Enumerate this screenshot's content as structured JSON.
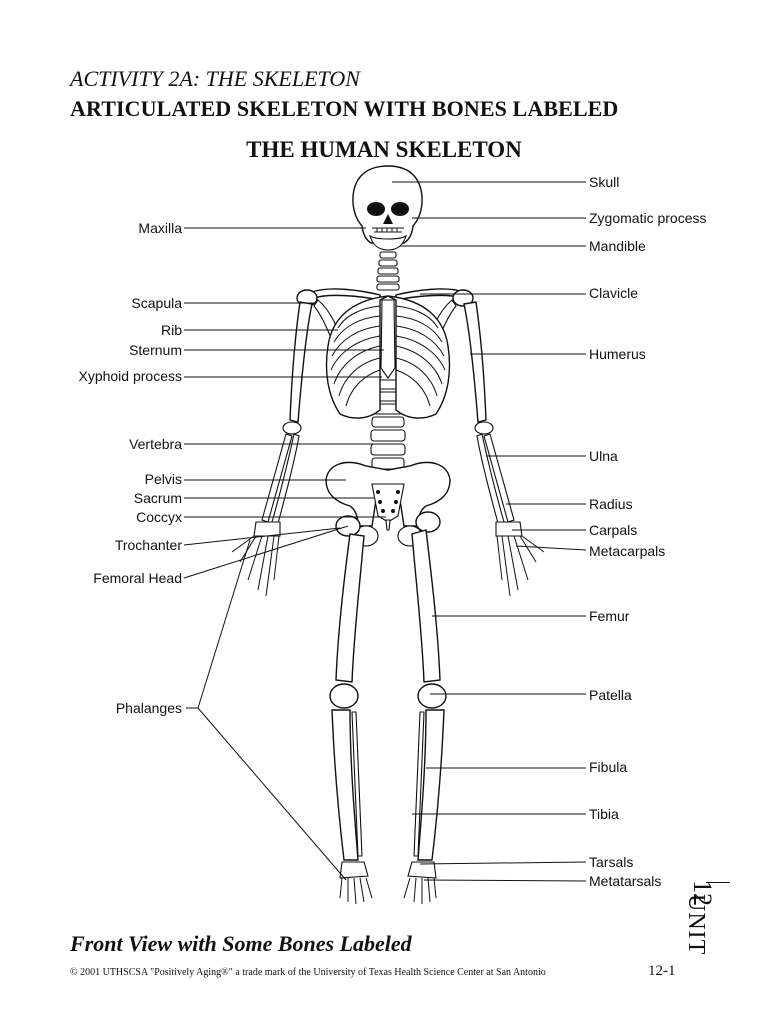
{
  "header": {
    "activity": "ACTIVITY 2A:  THE SKELETON",
    "subtitle": "ARTICULATED SKELETON WITH BONES LABELED"
  },
  "diagram": {
    "title": "THE HUMAN SKELETON",
    "labels_left": {
      "maxilla": "Maxilla",
      "scapula": "Scapula",
      "rib": "Rib",
      "sternum": "Sternum",
      "xyphoid": "Xyphoid process",
      "vertebra": "Vertebra",
      "pelvis": "Pelvis",
      "sacrum": "Sacrum",
      "coccyx": "Coccyx",
      "trochanter": "Trochanter",
      "femoral_head": "Femoral Head",
      "phalanges": "Phalanges"
    },
    "labels_right": {
      "skull": "Skull",
      "zygomatic": "Zygomatic process",
      "mandible": "Mandible",
      "clavicle": "Clavicle",
      "humerus": "Humerus",
      "ulna": "Ulna",
      "radius": "Radius",
      "carpals": "Carpals",
      "metacarpals": "Metacarpals",
      "femur": "Femur",
      "patella": "Patella",
      "fibula": "Fibula",
      "tibia": "Tibia",
      "tarsals": "Tarsals",
      "metatarsals": "Metatarsals"
    }
  },
  "footer": {
    "caption": "Front View with Some Bones Labeled",
    "copyright": "© 2001 UTHSCSA  \"Positively Aging®\" a trade mark of the University of Texas Health Science Center at San Antonio",
    "page_number": "12-1",
    "unit_word": "UNIT",
    "unit_number": "12"
  }
}
